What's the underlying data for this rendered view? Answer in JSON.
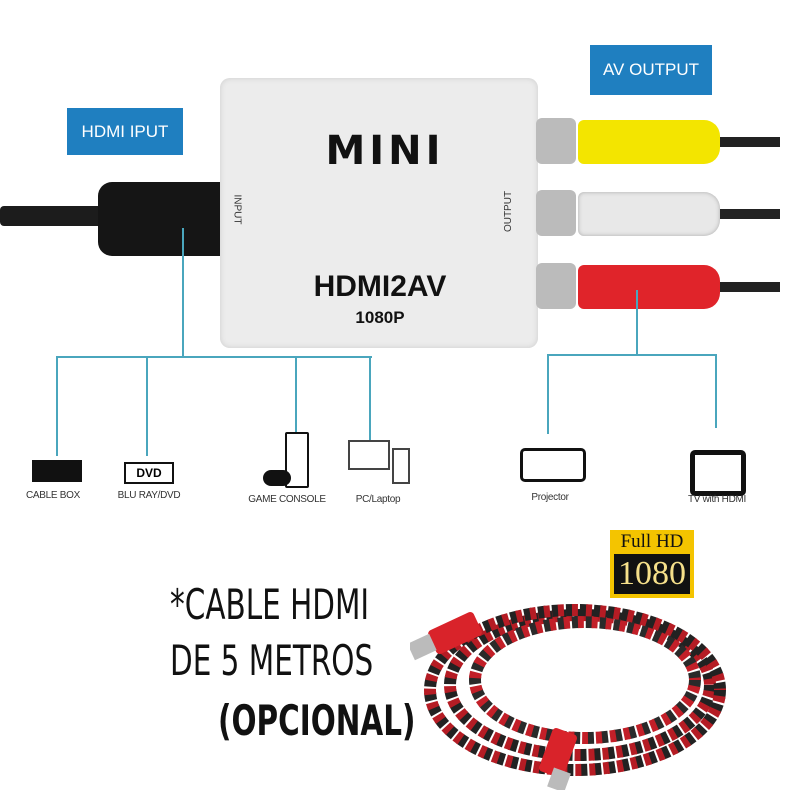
{
  "labels": {
    "hdmi_input": "HDMI IPUT",
    "av_output": "AV OUTPUT"
  },
  "adapter": {
    "brand": "MINI",
    "model": "HDMI2AV",
    "resolution": "1080P",
    "input_port": "INPUT",
    "output_port": "OUTPUT"
  },
  "sources": [
    {
      "label": "CABLE BOX"
    },
    {
      "label": "BLU RAY/DVD",
      "icon_text": "DVD"
    },
    {
      "label": "GAME CONSOLE"
    },
    {
      "label": "PC/Laptop"
    }
  ],
  "outputs": [
    {
      "label": "Projector"
    },
    {
      "label": "TV with HDMI"
    }
  ],
  "promo": {
    "line1": "*CABLE HDMI",
    "line2": "DE 5 METROS",
    "line3": "(OPCIONAL)"
  },
  "badge": {
    "top": "Full HD",
    "bottom": "1080"
  },
  "colors": {
    "tag": "#1f7fc0",
    "line": "#4aa6bd",
    "rca_yellow": "#f3e500",
    "rca_white": "#e8e8e8",
    "rca_red": "#e0242a"
  }
}
